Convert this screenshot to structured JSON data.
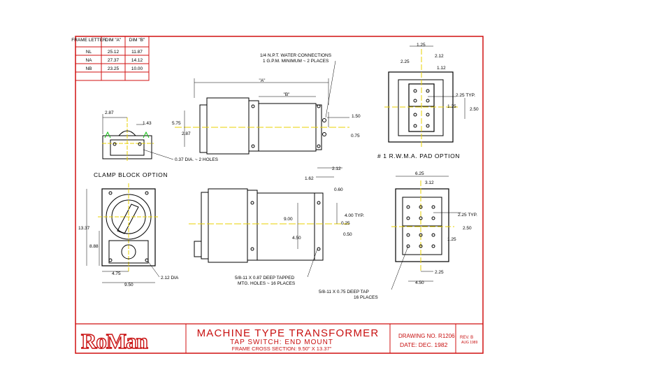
{
  "frame_table": {
    "headers": [
      "FRAME LETTER",
      "DIM \"A\"",
      "DIM \"B\""
    ],
    "rows": [
      [
        "NL",
        "25.12",
        "11.87"
      ],
      [
        "NA",
        "27.37",
        "14.12"
      ],
      [
        "NB",
        "23.25",
        "10.00"
      ]
    ]
  },
  "labels": {
    "water_line1": "1/4 N.P.T. WATER CONNECTIONS",
    "water_line2": "1 G.P.M. MINIMUM ~ 2 PLACES",
    "dim_a": "\"A\"",
    "dim_b": "\"B\"",
    "clamp_option": "CLAMP BLOCK OPTION",
    "pad_option": "# 1 R.W.M.A. PAD OPTION",
    "holes_note": "0.37 DIA. ~ 2 HOLES",
    "mtg_line1": "5/8-11 X 0.87 DEEP TAPPED",
    "mtg_line2": "MTG. HOLES ~ 16 PLACES",
    "tap_line1": "5/8-11 X 0.75 DEEP TAP",
    "tap_line2": "16 PLACES",
    "dia_note": "2.12 DIA"
  },
  "dims": {
    "d287": "2.87",
    "d143": "1.43",
    "d575": "5.75",
    "d287b": "2.87",
    "d150": "1.50",
    "d075": "0.75",
    "d125a": "1.25",
    "d212a": "2.12",
    "d225a": "2.25",
    "d112": "1.12",
    "d225typ": "2.25 TYP.",
    "d125b": "1.25",
    "d250a": "2.50",
    "d212b": "2.12",
    "d162": "1.62",
    "d060": "0.60",
    "d900": "9.00",
    "d450": "4.50",
    "d400": "4.00 TYP.",
    "d025": "0.25",
    "d050": "0.50",
    "d1337": "13.37",
    "d888": "8.88",
    "d475": "4.75",
    "d950": "9.50",
    "d625": "6.25",
    "d312": "3.12",
    "d225typb": "2.25 TYP.",
    "d250b": "2.50",
    "d125c": "1.25",
    "d225b": "2.25",
    "d450b": "4.50"
  },
  "title_block": {
    "logo": "RoMan",
    "title": "MACHINE TYPE TRANSFORMER",
    "subtitle": "TAP SWITCH: END MOUNT",
    "section": "FRAME CROSS SECTION: 9.50\" X 13.37\"",
    "drawing_no": "DRAWING NO. R1206",
    "date": "DATE: DEC. 1982",
    "rev": "REV. B",
    "rev_date": "AUG 1989"
  },
  "colors": {
    "border": "#d01010",
    "center_line": "#e8d000",
    "accent_green": "#10c010"
  }
}
